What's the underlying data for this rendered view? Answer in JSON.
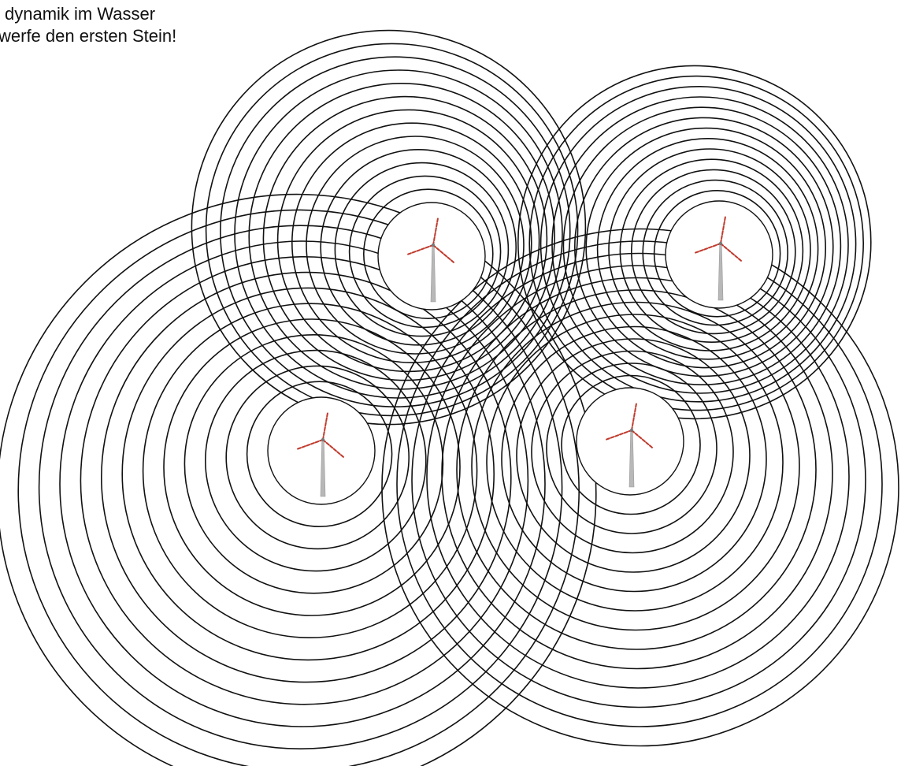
{
  "caption": {
    "line1": "dynamik im Wasser",
    "line2": "werfe den ersten Stein!"
  },
  "colors": {
    "ring_stroke": "#111111",
    "disc_fill": "#ffffff",
    "tower": "#b8b8b8",
    "blade": "#c0392b"
  },
  "icons": {
    "turbine": "wind-turbine-icon"
  },
  "ring_count_per_cluster": 13,
  "turbines": [
    {
      "id": "top-left"
    },
    {
      "id": "top-right"
    },
    {
      "id": "bottom-left"
    },
    {
      "id": "bottom-right"
    }
  ]
}
